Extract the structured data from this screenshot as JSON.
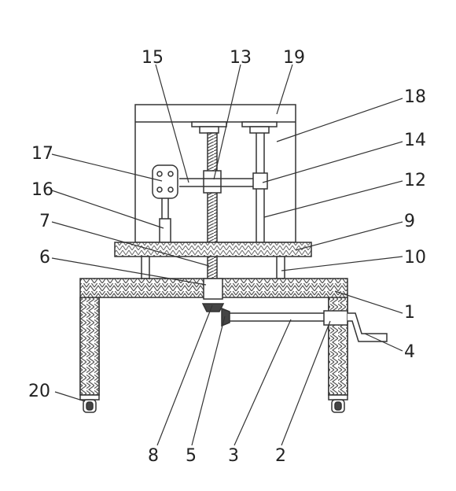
{
  "diagram": {
    "line_color": "#333333",
    "hatch_color": "#555555",
    "background": "#ffffff",
    "labels": {
      "l1": "1",
      "l2": "2",
      "l3": "3",
      "l4": "4",
      "l5": "5",
      "l6": "6",
      "l7": "7",
      "l8": "8",
      "l9": "9",
      "l10": "10",
      "l12": "12",
      "l13": "13",
      "l14": "14",
      "l15": "15",
      "l16": "16",
      "l17": "17",
      "l18": "18",
      "l19": "19",
      "l20": "20"
    }
  }
}
